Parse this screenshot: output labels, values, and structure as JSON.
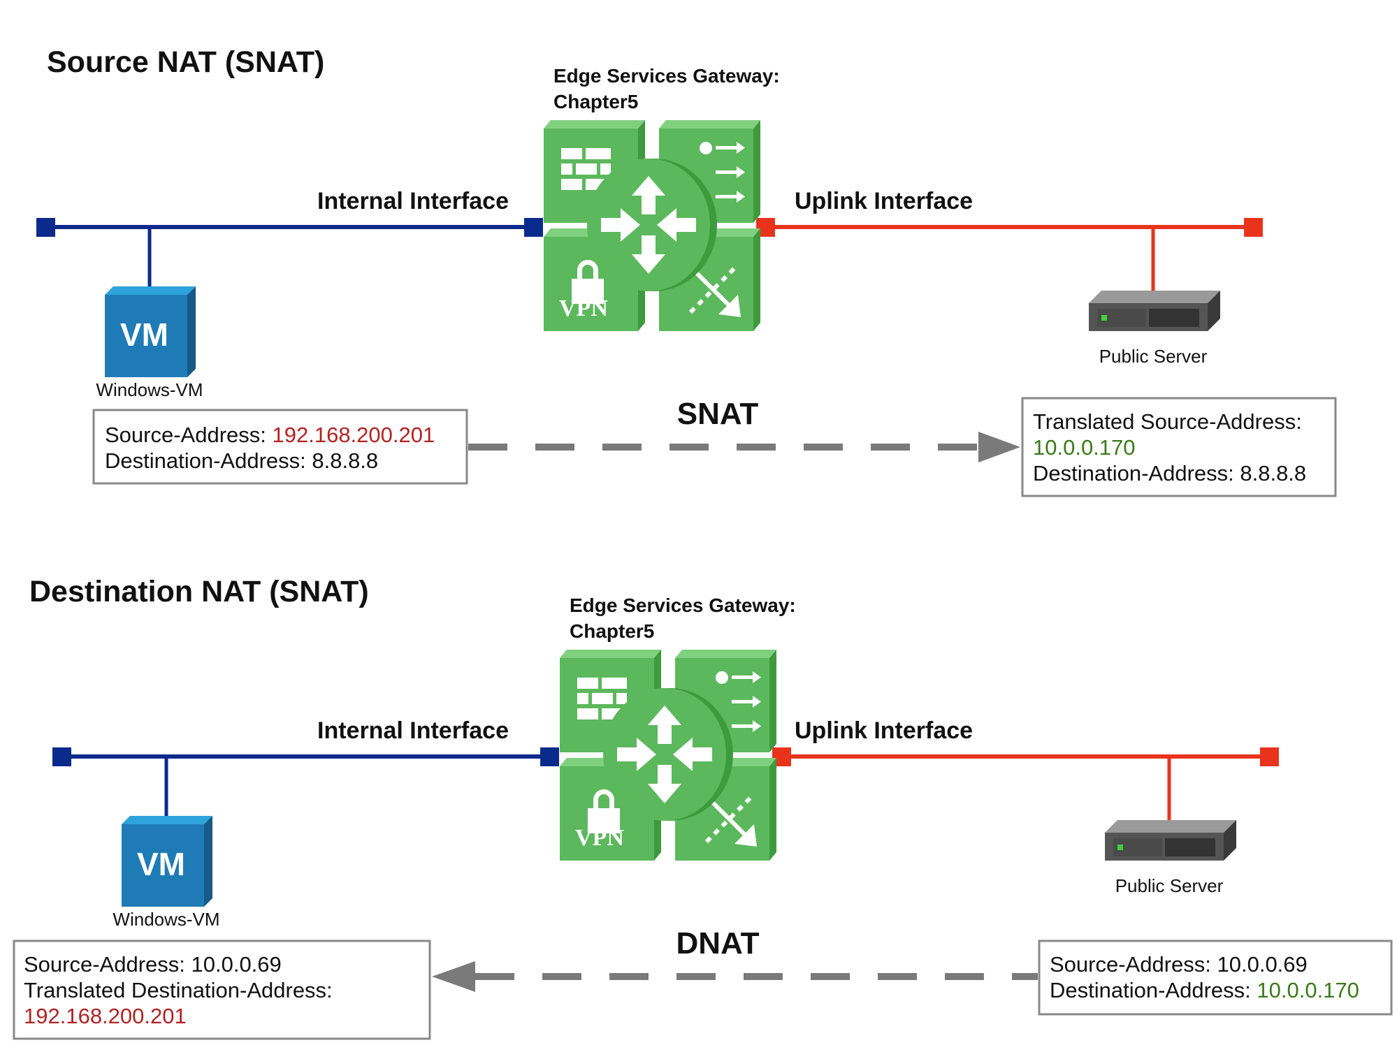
{
  "colors": {
    "internal_line": "#0a2a8c",
    "uplink_line": "#e8341c",
    "gateway_green": "#5cb85c",
    "gateway_green_dark": "#3d9a3d",
    "vm_blue": "#1f7bb6",
    "arrow_gray": "#7a7a7a",
    "address_red": "#b22222",
    "address_green": "#3a7a1a"
  },
  "snat": {
    "title": "Source NAT (SNAT)",
    "gateway_label_line1": "Edge Services Gateway:",
    "gateway_label_line2": "Chapter5",
    "internal_interface": "Internal Interface",
    "uplink_interface": "Uplink Interface",
    "vm_badge": "VM",
    "vm_name": "Windows-VM",
    "server_name": "Public Server",
    "vpn_label": "VPN",
    "flow_label": "SNAT",
    "source_box": {
      "line1_key": "Source-Address: ",
      "line1_value": "192.168.200.201",
      "line2": "Destination-Address: 8.8.8.8"
    },
    "dest_box": {
      "line1": "Translated Source-Address:",
      "line2_value": "10.0.0.170",
      "line3": "Destination-Address: 8.8.8.8"
    }
  },
  "dnat": {
    "title": "Destination NAT (SNAT)",
    "gateway_label_line1": "Edge Services Gateway:",
    "gateway_label_line2": "Chapter5",
    "internal_interface": "Internal Interface",
    "uplink_interface": "Uplink Interface",
    "vm_badge": "VM",
    "vm_name": "Windows-VM",
    "server_name": "Public Server",
    "vpn_label": "VPN",
    "flow_label": "DNAT",
    "source_box": {
      "line1": "Source-Address: 10.0.0.69",
      "line2_key": "Destination-Address: ",
      "line2_value": "10.0.0.170"
    },
    "dest_box": {
      "line1": "Source-Address: 10.0.0.69",
      "line2": "Translated Destination-Address:",
      "line3_value": "192.168.200.201"
    }
  }
}
